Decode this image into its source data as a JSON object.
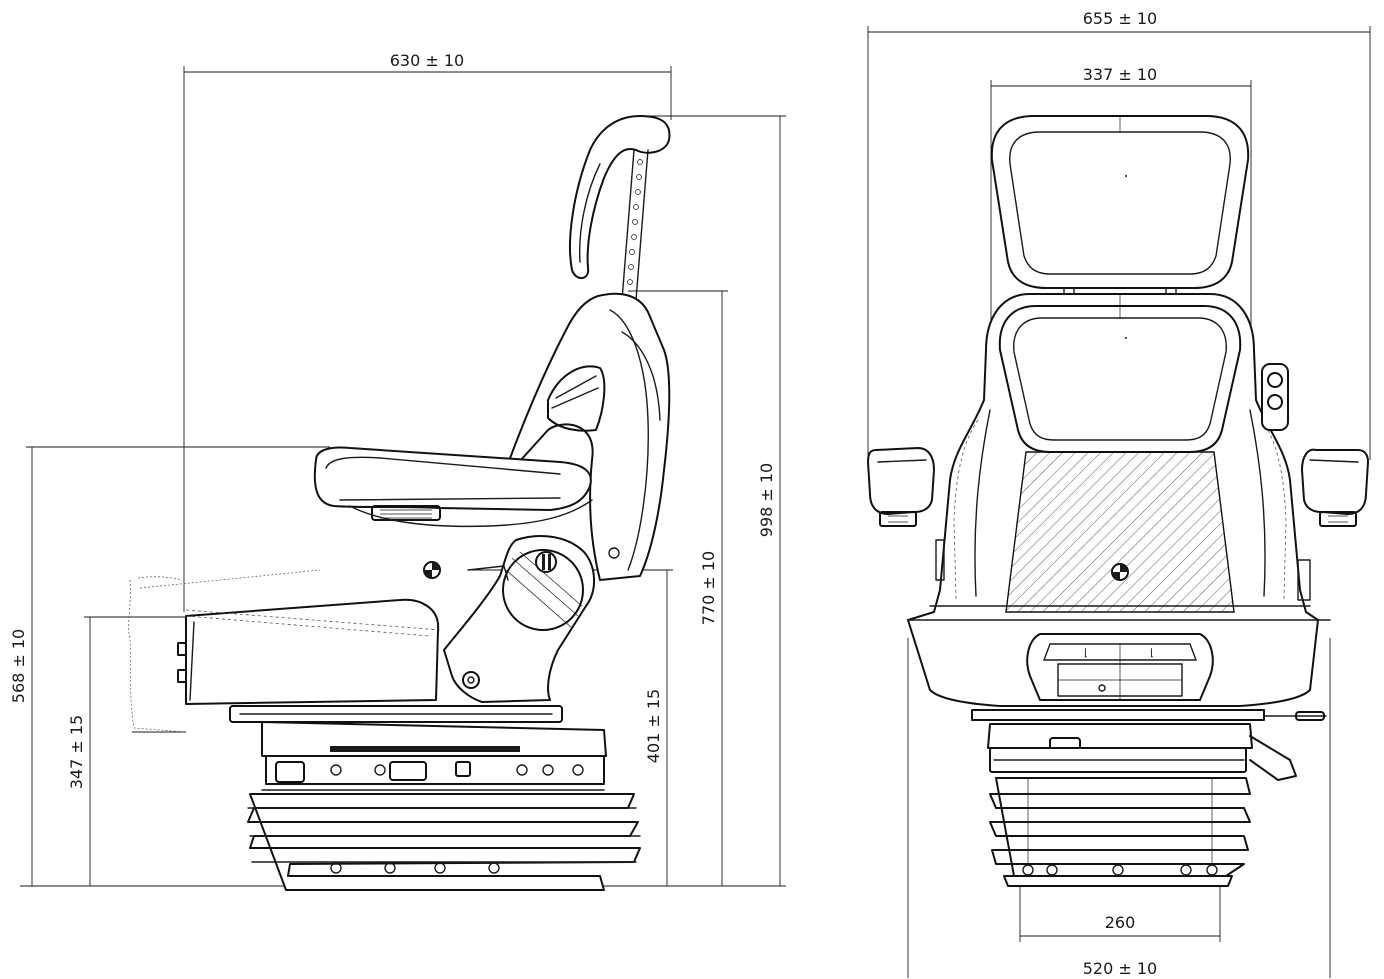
{
  "dimensions": {
    "side_width": "630 ± 10",
    "total_height": "998 ± 10",
    "backrest_height": "770 ± 10",
    "seat_height": "568 ± 10",
    "cushion_height": "347 ± 15",
    "pivot_height": "401 ± 15",
    "front_width": "655 ± 10",
    "backrest_width": "337 ± 10",
    "base_mount_width": "260",
    "base_width": "520 ± 10"
  }
}
